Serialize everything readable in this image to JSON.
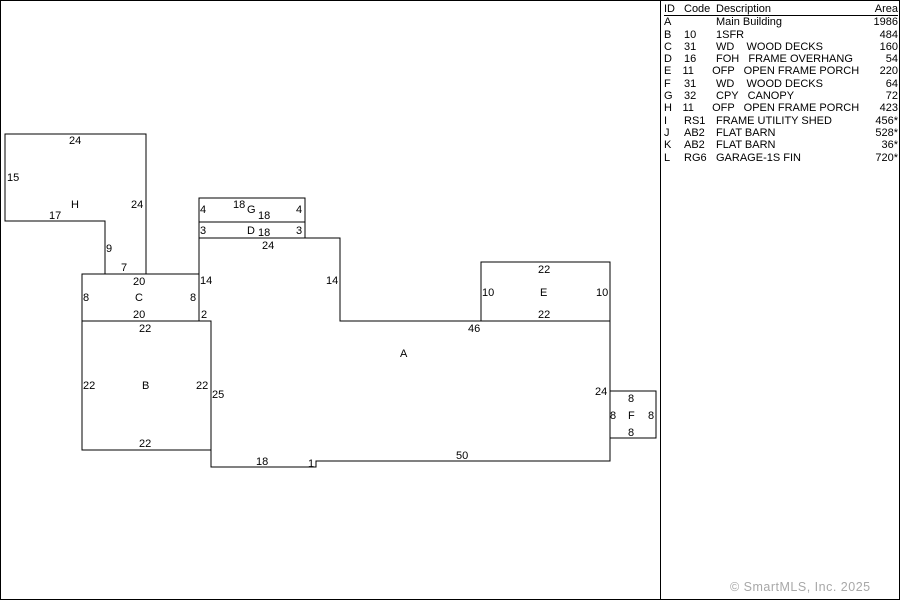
{
  "legend": {
    "header": {
      "id": "ID",
      "code": "Code",
      "description": "Description",
      "area": "Area"
    },
    "rows": [
      {
        "id": "A",
        "code": "",
        "description": "Main Building",
        "area": "1986"
      },
      {
        "id": "B",
        "code": "10",
        "description": "1SFR",
        "area": "484"
      },
      {
        "id": "C",
        "code": "31",
        "description": "WD    WOOD DECKS",
        "area": "160"
      },
      {
        "id": "D",
        "code": "16",
        "description": "FOH   FRAME OVERHANG",
        "area": "54"
      },
      {
        "id": "E",
        "code": "11",
        "description": "OFP   OPEN FRAME PORCH",
        "area": "220"
      },
      {
        "id": "F",
        "code": "31",
        "description": "WD    WOOD DECKS",
        "area": "64"
      },
      {
        "id": "G",
        "code": "32",
        "description": "CPY   CANOPY",
        "area": "72"
      },
      {
        "id": "H",
        "code": "11",
        "description": "OFP   OPEN FRAME PORCH",
        "area": "423"
      },
      {
        "id": "I",
        "code": "RS1",
        "description": "FRAME UTILITY SHED",
        "area": "456*"
      },
      {
        "id": "J",
        "code": "AB2",
        "description": "FLAT BARN",
        "area": "528*"
      },
      {
        "id": "K",
        "code": "AB2",
        "description": "FLAT BARN",
        "area": "36*"
      },
      {
        "id": "L",
        "code": "RG6",
        "description": "GARAGE-1S FIN",
        "area": "720*"
      }
    ]
  },
  "sketch": {
    "areas": {
      "A": "A",
      "B": "B",
      "C": "C",
      "D": "D",
      "E": "E",
      "F": "F",
      "G": "G",
      "H": "H"
    },
    "dims": {
      "h_top": "24",
      "h_left": "15",
      "h_bottom": "17",
      "h_right": "24",
      "h_inner": "9",
      "h_inner_bottom": "7",
      "c_top": "20",
      "c_left": "8",
      "c_right": "8",
      "c_bottom": "20",
      "b_top": "22",
      "b_left": "22",
      "b_right": "22",
      "b_bottom": "22",
      "g_left": "4",
      "g_top": "18",
      "g_bottom": "18",
      "g_right": "4",
      "d_left": "3",
      "d_bottom": "18",
      "d_right": "3",
      "a_top_left": "24",
      "a_left": "14",
      "a_right_inner": "14",
      "a_mid": "46",
      "a_small": "2",
      "a_lower_left": "25",
      "a_right": "24",
      "a_bottom_left": "18",
      "a_notch": "1",
      "a_bottom": "50",
      "e_top": "22",
      "e_left": "10",
      "e_right": "10",
      "e_bottom": "22",
      "f_top": "8",
      "f_left": "8",
      "f_right": "8",
      "f_bottom": "8"
    }
  },
  "watermark": "© SmartMLS, Inc.  2025"
}
